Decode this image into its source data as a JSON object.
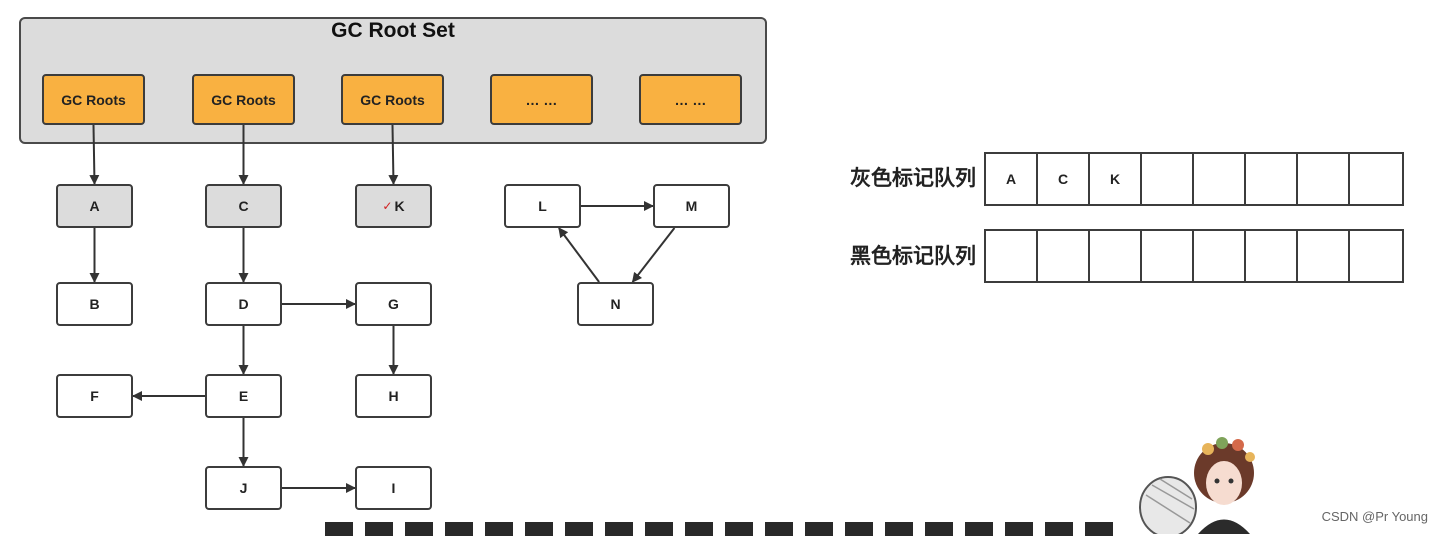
{
  "root_set": {
    "title": "GC Root Set",
    "roots": [
      {
        "id": "root-1",
        "label": "GC Roots"
      },
      {
        "id": "root-2",
        "label": "GC Roots"
      },
      {
        "id": "root-3",
        "label": "GC Roots"
      },
      {
        "id": "root-4",
        "label": "… …"
      },
      {
        "id": "root-5",
        "label": "… …"
      }
    ]
  },
  "nodes": {
    "A": "A",
    "B": "B",
    "C": "C",
    "D": "D",
    "E": "E",
    "F": "F",
    "G": "G",
    "H": "H",
    "I": "I",
    "J": "J",
    "K": "K",
    "L": "L",
    "M": "M",
    "N": "N"
  },
  "edges": [
    [
      "root-1",
      "A"
    ],
    [
      "root-2",
      "C"
    ],
    [
      "root-3",
      "K"
    ],
    [
      "A",
      "B"
    ],
    [
      "C",
      "D"
    ],
    [
      "D",
      "G"
    ],
    [
      "D",
      "E"
    ],
    [
      "G",
      "H"
    ],
    [
      "E",
      "F"
    ],
    [
      "E",
      "J"
    ],
    [
      "J",
      "I"
    ],
    [
      "L",
      "M"
    ],
    [
      "M",
      "N"
    ],
    [
      "N",
      "L"
    ]
  ],
  "queues": {
    "gray": {
      "label": "灰色标记队列",
      "cells": [
        "A",
        "C",
        "K",
        "",
        "",
        "",
        "",
        ""
      ]
    },
    "black": {
      "label": "黑色标记队列",
      "cells": [
        "",
        "",
        "",
        "",
        "",
        "",
        "",
        ""
      ]
    }
  },
  "watermark": "CSDN @Pr Young"
}
